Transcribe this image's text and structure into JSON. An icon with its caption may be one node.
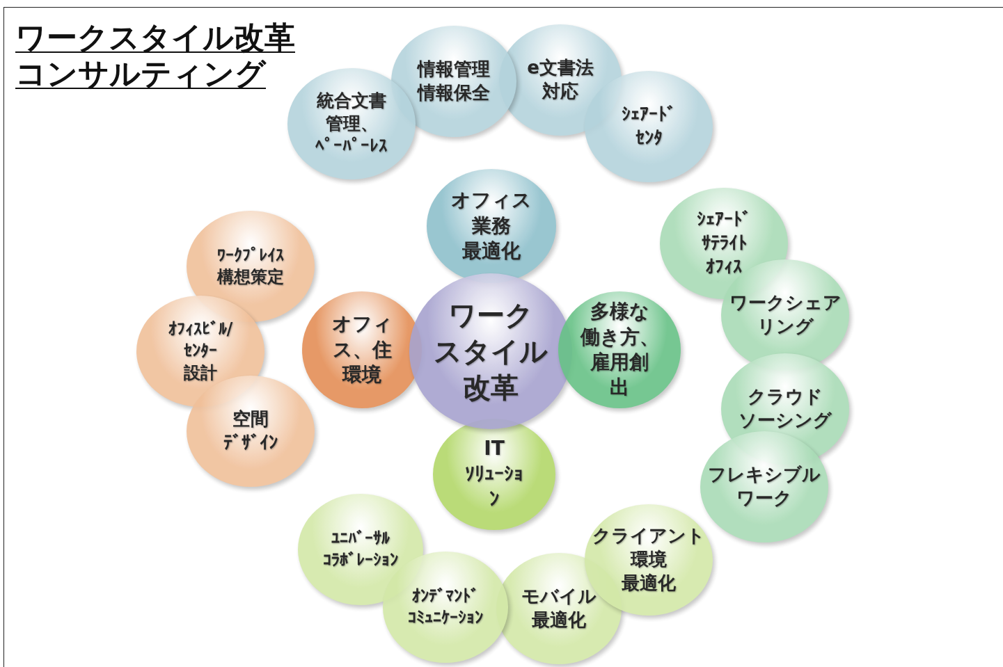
{
  "diagram": {
    "title": "ワークスタイル改革コンサルティング",
    "nodes": [
      {
        "text": [
          "ワークスタイル改革"
        ]
      },
      {
        "text": [
          "オフィス業務最適化"
        ]
      },
      {
        "text": [
          "多様な働き方、雇用創出"
        ]
      },
      {
        "text": [
          "ITｿﾘｭｰｼｮﾝ"
        ]
      },
      {
        "text": [
          "オフィス、住環境"
        ]
      },
      {
        "text": [
          "統合文書管理、ﾍﾟｰﾊﾟｰﾚｽ"
        ]
      },
      {
        "text": [
          "情報管理情報保全"
        ]
      },
      {
        "text": [
          "e文書法対応"
        ]
      },
      {
        "text": [
          "ｼｪｱｰﾄﾞｾﾝﾀ"
        ]
      },
      {
        "text": [
          "ｼｪｱｰﾄﾞｻﾃﾗｲﾄｵﾌｨｽ"
        ]
      },
      {
        "text": [
          "ワークシェアリング"
        ]
      },
      {
        "text": [
          "クラウドソーシング"
        ]
      },
      {
        "text": [
          "フレキシブルワーク"
        ]
      },
      {
        "text": [
          "クライアント環境最適化"
        ]
      },
      {
        "text": [
          "モバイル最適化"
        ]
      },
      {
        "text": [
          "ｵﾝﾃﾞﾏﾝﾄﾞｺﾐｭﾆｹｰｼｮﾝ"
        ]
      },
      {
        "text": [
          "ﾕﾆﾊﾞｰｻﾙｺﾗﾎﾞﾚｰｼｮﾝ"
        ]
      },
      {
        "text": [
          "ﾜｰｸﾌﾟﾚｲｽ構想策定"
        ]
      },
      {
        "text": [
          "ｵﾌｨｽﾋﾞﾙ/ｾﾝﾀｰ設計"
        ]
      },
      {
        "text": [
          "空間ﾃﾞｻﾞｲﾝ"
        ]
      }
    ]
  }
}
